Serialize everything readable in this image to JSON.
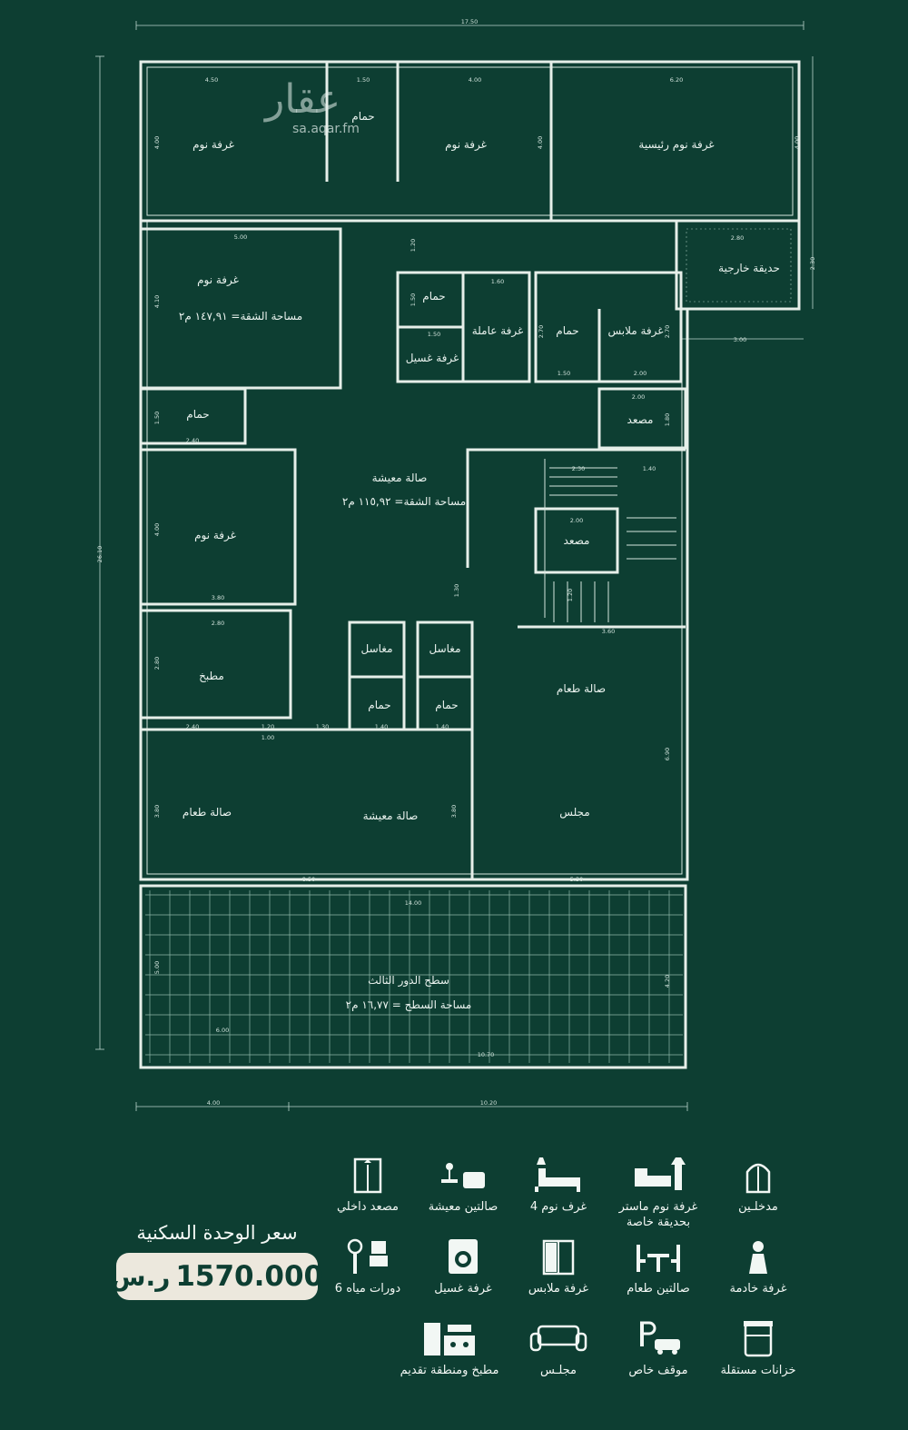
{
  "watermark": {
    "logo": "عقار",
    "url": "sa.aqar.fm"
  },
  "rooms": {
    "bedroom_1": "غرفة نوم",
    "bathroom_1": "حمام",
    "bedroom_2": "غرفة نوم",
    "master_bedroom": "غرفة نوم رئيسية",
    "outdoor_garden": "حديقة خارجية",
    "bedroom_3": "غرفة نوم",
    "apartment_area_1": "مساحة الشقة= ١٤٧,٩١ م٢",
    "bathroom_2": "حمام",
    "maid_room": "غرفة عاملة",
    "laundry_room": "غرفة غسيل",
    "bathroom_3": "حمام",
    "dressing_room": "غرفة ملابس",
    "bathroom_4": "حمام",
    "elevator_1": "مصعد",
    "living_hall_1": "صالة معيشة",
    "apartment_area_2": "مساحة الشقة= ١١٥,٩٢ م٢",
    "bedroom_4": "غرفة نوم",
    "elevator_2": "مصعد",
    "kitchen": "مطبخ",
    "washbasins_1": "مغاسل",
    "washbasins_2": "مغاسل",
    "bathroom_5": "حمام",
    "bathroom_6": "حمام",
    "dining_hall_1": "صالة طعام",
    "dining_hall_2": "صالة طعام",
    "living_hall_2": "صالة معيشة",
    "majlis": "مجلس",
    "roof": "سطح الدور الثالث",
    "roof_area": "مساحة السطح = ١٦,٧٧ م٢"
  },
  "dimensions": {
    "top_total": "17.50",
    "left_total": "26.10",
    "bottom_left": "4.00",
    "bottom_right": "10.20",
    "d_450": "4.50",
    "d_150a": "1.50",
    "d_400a": "4.00",
    "d_620": "6.20",
    "d_400b": "4.00",
    "d_400c": "4.00",
    "d_400d": "4.00",
    "d_280a": "2.80",
    "d_230": "2.30",
    "d_300": "3.00",
    "d_500": "5.00",
    "d_410": "4.10",
    "d_120": "1.20",
    "d_160": "1.60",
    "d_150b": "1.50",
    "d_150c": "1.50",
    "d_270a": "2.70",
    "d_270b": "2.70",
    "d_150d": "1.50",
    "d_200a": "2.00",
    "d_200b": "2.00",
    "d_180": "1.80",
    "d_150e": "1.50",
    "d_240a": "2.40",
    "d_230b": "2.30",
    "d_140a": "1.40",
    "d_400e": "4.00",
    "d_200c": "2.00",
    "d_380": "3.80",
    "d_130a": "1.30",
    "d_120b": "1.20",
    "d_360": "3.60",
    "d_280b": "2.80",
    "d_280c": "2.80",
    "d_240b": "2.40",
    "d_120c": "1.20",
    "d_100": "1.00",
    "d_130b": "1.30",
    "d_140b": "1.40",
    "d_140c": "1.40",
    "d_380b": "3.80",
    "d_380c": "3.80",
    "d_690": "6.90",
    "d_850": "8.50",
    "d_530": "5.30",
    "d_1400": "14.00",
    "d_600": "6.00",
    "d_1070": "10.70",
    "d_500b": "5.00",
    "d_420": "4.20"
  },
  "price": {
    "title": "سعر الوحدة السكنية",
    "value": "1570.000",
    "currency_symbol": "ر.س"
  },
  "features": [
    {
      "icon": "arched-door-icon",
      "label": "مدخلـين"
    },
    {
      "icon": "bed-lamp-icon",
      "label": "غرفة نوم ماستر\nبحديقة خاصة"
    },
    {
      "icon": "bed-icon",
      "label": "4 غرف نوم"
    },
    {
      "icon": "sofa-table-icon",
      "label": "صالتين معيشة"
    },
    {
      "icon": "elevator-icon",
      "label": "مصعد داخلي"
    },
    {
      "icon": "maid-icon",
      "label": "غرفة خادمة"
    },
    {
      "icon": "dining-table-icon",
      "label": "صالتين طعام"
    },
    {
      "icon": "wardrobe-icon",
      "label": "غرفة ملابس"
    },
    {
      "icon": "washing-machine-icon",
      "label": "غرفة غسيل"
    },
    {
      "icon": "washbasin-toilet-icon",
      "label": "6 دورات مياه"
    },
    {
      "icon": "water-tank-icon",
      "label": "خزانات مستقلة"
    },
    {
      "icon": "parking-car-icon",
      "label": "موقف خاص"
    },
    {
      "icon": "couch-icon",
      "label": "مجلـس"
    },
    {
      "icon": "kitchen-icon",
      "label": "مطبخ ومنطقة تقديم"
    }
  ]
}
